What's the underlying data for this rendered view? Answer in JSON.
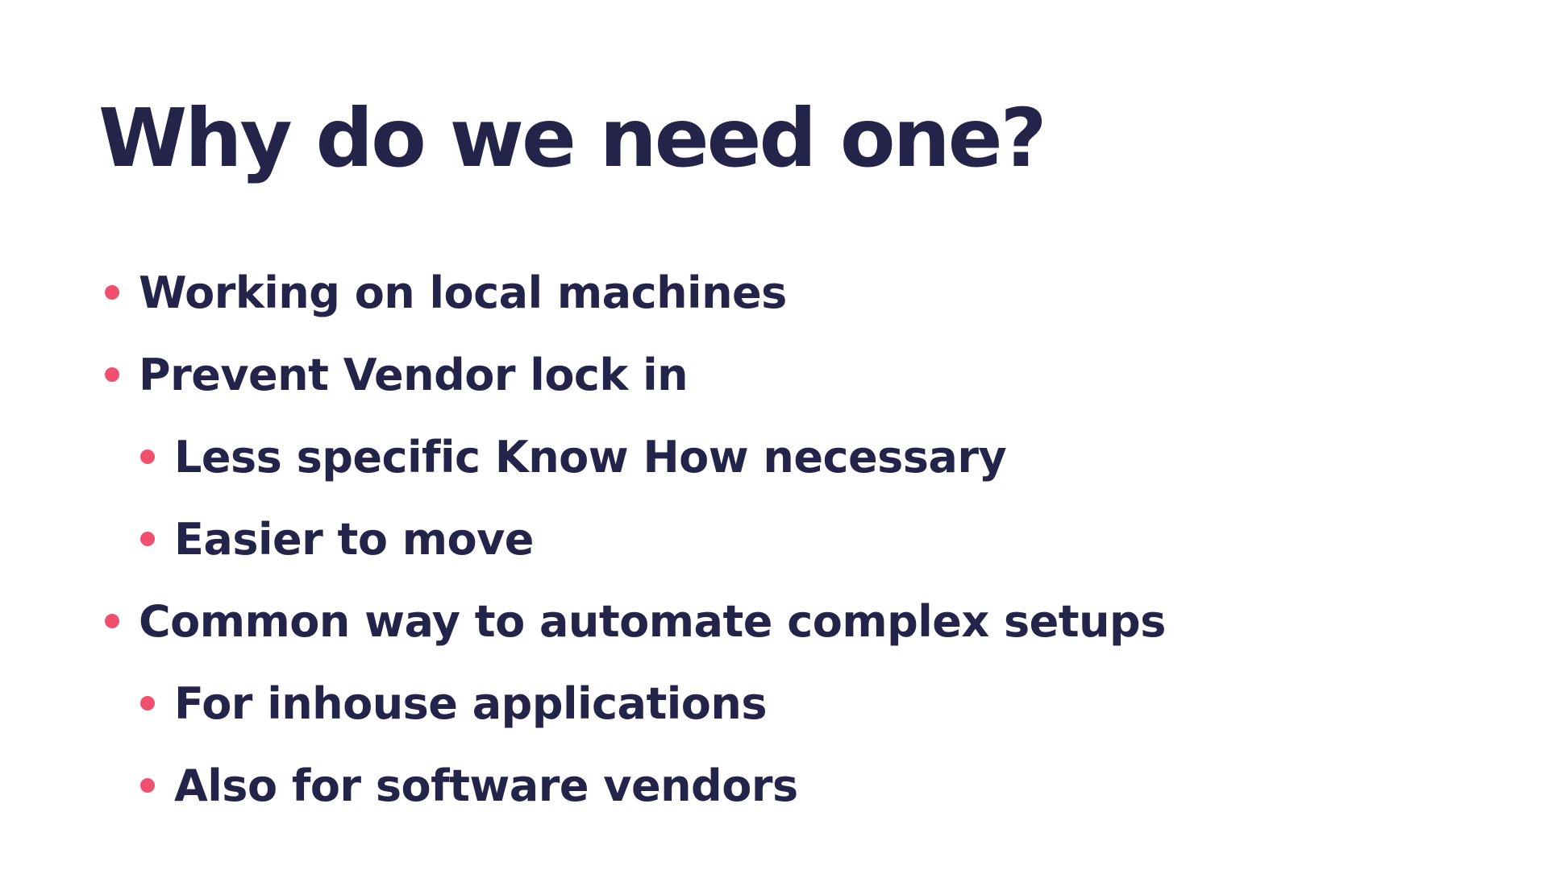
{
  "slide": {
    "title": "Why do we need one?",
    "bullets": [
      {
        "text": "Working on local machines",
        "level": 1
      },
      {
        "text": "Prevent Vendor lock in",
        "level": 1
      },
      {
        "text": "Less specific Know How necessary",
        "level": 2
      },
      {
        "text": "Easier to move",
        "level": 2
      },
      {
        "text": "Common way to automate complex setups",
        "level": 1
      },
      {
        "text": "For inhouse applications",
        "level": 2
      },
      {
        "text": "Also for software vendors",
        "level": 2
      }
    ]
  },
  "colors": {
    "text": "#24244a",
    "bullet": "#f0506e",
    "background": "#ffffff"
  }
}
